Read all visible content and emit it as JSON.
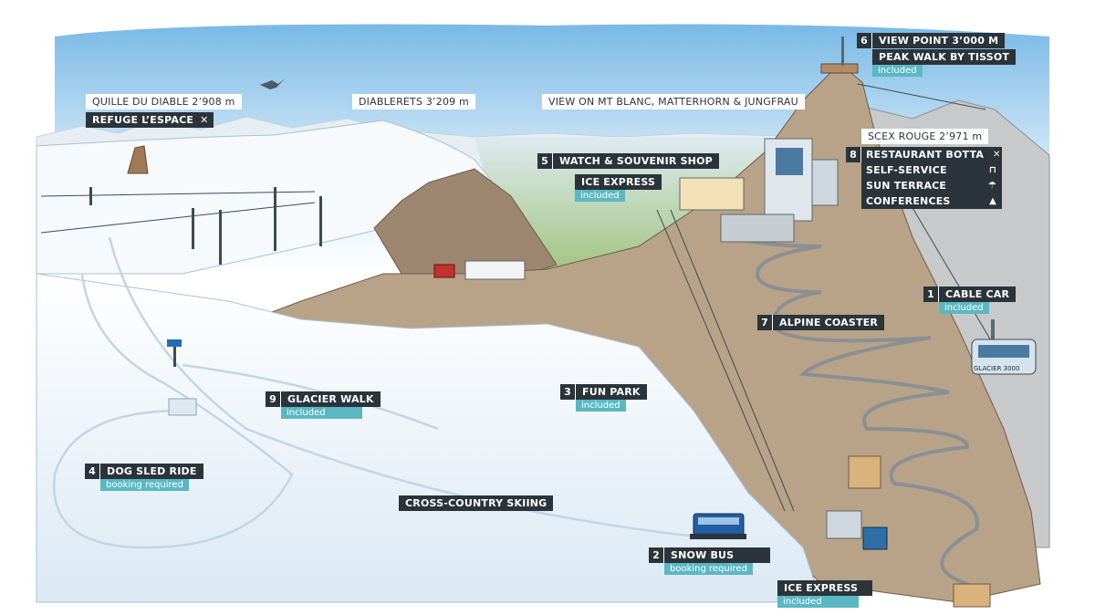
{
  "places": {
    "quille": "QUILLE DU DIABLE 2’908 m",
    "refuge": "REFUGE L’ESPACE",
    "refuge_icon": "utensils-icon",
    "diablerets": "DIABLERETS 3’209 m",
    "view_mt_blanc": "VIEW ON MT BLANC, MATTERHORN & JUNGFRAU",
    "scex_rouge": "SCEX ROUGE 2’971 m"
  },
  "attractions": {
    "a1": {
      "num": "1",
      "title": "CABLE CAR",
      "tag": "included"
    },
    "a2": {
      "num": "2",
      "title": "SNOW BUS",
      "tag": "booking required"
    },
    "a3": {
      "num": "3",
      "title": "FUN PARK",
      "tag": "included"
    },
    "a4": {
      "num": "4",
      "title": "DOG SLED RIDE",
      "tag": "booking required"
    },
    "a5": {
      "num": "5",
      "title": "WATCH & SOUVENIR SHOP"
    },
    "a6": {
      "num": "6",
      "title": "VIEW POINT 3’000 M",
      "subtitle": "PEAK WALK BY TISSOT",
      "tag": "included"
    },
    "a7": {
      "num": "7",
      "title": "ALPINE COASTER"
    },
    "a8": {
      "num": "8",
      "services": [
        {
          "label": "RESTAURANT BOTTA",
          "icon": "utensils-icon"
        },
        {
          "label": "SELF-SERVICE",
          "icon": "tray-icon"
        },
        {
          "label": "SUN TERRACE",
          "icon": "sun-umbrella-icon"
        },
        {
          "label": "CONFERENCES",
          "icon": "conference-icon"
        }
      ]
    },
    "a9": {
      "num": "9",
      "title": "GLACIER WALK",
      "tag": "included"
    }
  },
  "ice_express_top": {
    "title": "ICE EXPRESS",
    "tag": "included"
  },
  "ice_express_bottom": {
    "title": "ICE EXPRESS",
    "tag": "included"
  },
  "cross_country": "CROSS-COUNTRY SKIING",
  "cable_car_sign": "GLACIER 3000",
  "colors": {
    "label_dark": "#2b333b",
    "tag_teal": "#5ab8c3",
    "snow": "#eef5fb",
    "rock": "#a99378",
    "valley_green": "#a8c98a"
  }
}
